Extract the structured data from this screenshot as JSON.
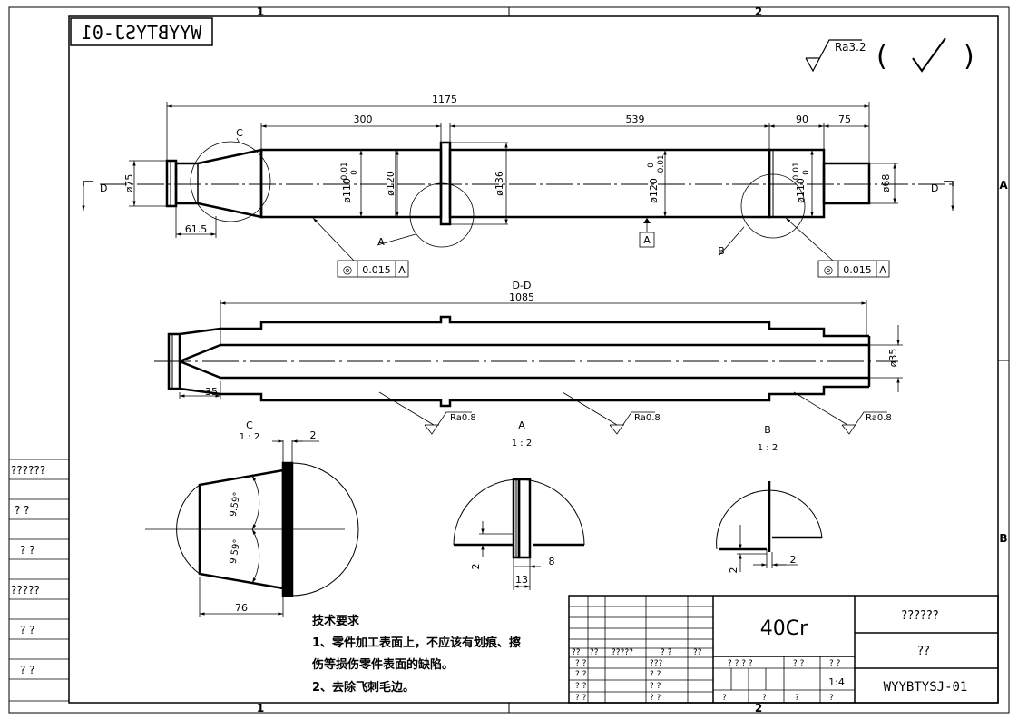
{
  "sheet": {
    "zone_cols": [
      "1",
      "2"
    ],
    "zone_rows": [
      "A",
      "B"
    ],
    "mirrored_stamp": "WYYBTYSJ-01",
    "roughness_general": "Ra3.2",
    "roughness_paren_open": "(",
    "roughness_paren_close": ")"
  },
  "main_view": {
    "dim_overall": "1175",
    "dim_300": "300",
    "dim_539": "539",
    "dim_90": "90",
    "dim_75": "75",
    "dim_615": "61.5",
    "d75": "ø75",
    "d110_left": "ø110",
    "tol_110_left": [
      "-0.01",
      "0"
    ],
    "d120_left": "ø120",
    "d136": "ø136",
    "d120_right": "ø120",
    "tol_120_right": [
      "0",
      "-0.01"
    ],
    "d110_right": "ø110",
    "tol_110_right": [
      "-0.01",
      "0"
    ],
    "d68": "ø68",
    "detail_c_label": "C",
    "detail_a_label": "A",
    "detail_b_label": "B",
    "datum_label": "A",
    "section_mark": "D",
    "fcf_left": {
      "symbol": "◎",
      "value": "0.015",
      "datum": "A"
    },
    "fcf_right": {
      "symbol": "◎",
      "value": "0.015",
      "datum": "A"
    }
  },
  "section_view": {
    "title": "D-D",
    "dim_1085": "1085",
    "dim_35": "35",
    "d35": "ø35",
    "roughness": [
      "Ra0.8",
      "Ra0.8",
      "Ra0.8"
    ]
  },
  "detail_c": {
    "title": "C",
    "scale": "1 : 2",
    "dim_2": "2",
    "angle_top": "9.59°",
    "angle_bottom": "9.59°",
    "dim_76": "76"
  },
  "detail_a": {
    "title": "A",
    "scale": "1 : 2",
    "dim_2": "2",
    "dim_13": "13",
    "dim_8": "8"
  },
  "detail_b": {
    "title": "B",
    "scale": "1 : 2",
    "dim_2_left": "2",
    "dim_2_right": "2"
  },
  "notes": {
    "title": "技术要求",
    "line1": "1、零件加工表面上，不应该有划痕、擦",
    "line2": "伤等损伤零件表面的缺陷。",
    "line3": "2、去除飞刺毛边。"
  },
  "side_table": {
    "rows": [
      "??????",
      "?  ?",
      "?  ?",
      "?????",
      "?  ?",
      "?  ?"
    ]
  },
  "title_block": {
    "material": "40Cr",
    "company": "??????",
    "part_name": "??",
    "drawing_no": "WYYBTYSJ-01",
    "scale": "1:4",
    "header_cells": [
      "??",
      "??",
      "?????",
      "? ?",
      "??"
    ],
    "left_cells": [
      "? ?",
      "? ?",
      "? ?",
      "? ?"
    ],
    "mid_cells": [
      "???",
      "? ?",
      "? ?",
      "? ?"
    ],
    "attr_cells": [
      "? ? ? ?",
      "? ?",
      "? ?"
    ],
    "bottom_cells": [
      "?",
      "?",
      "?",
      "?"
    ]
  }
}
